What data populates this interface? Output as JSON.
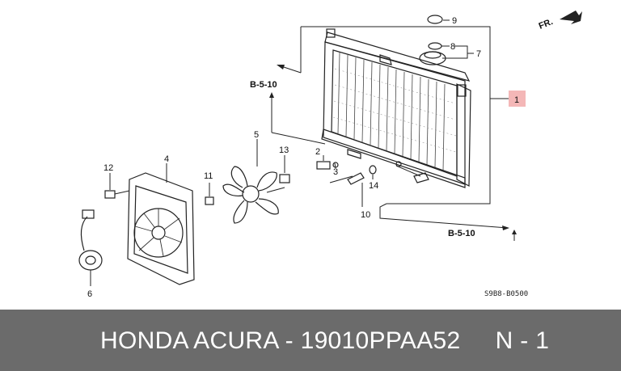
{
  "diagram": {
    "callouts": {
      "c1": "1",
      "c2": "2",
      "c3": "3",
      "c4": "4",
      "c5": "5",
      "c6": "6",
      "c7": "7",
      "c8": "8",
      "c9": "9",
      "c10": "10",
      "c11": "11",
      "c12": "12",
      "c13": "13",
      "c14": "14"
    },
    "ref_top": "B-5-10",
    "ref_bottom": "B-5-10",
    "front_marker": "FR.",
    "drawing_code": "S9B8-B0500"
  },
  "footer": {
    "text": "HONDA ACURA - 19010PPAA52     N - 1"
  },
  "colors": {
    "footer_bg": "#6b6b6b",
    "highlight_box": "#f4b7b7",
    "ink": "#222222"
  }
}
